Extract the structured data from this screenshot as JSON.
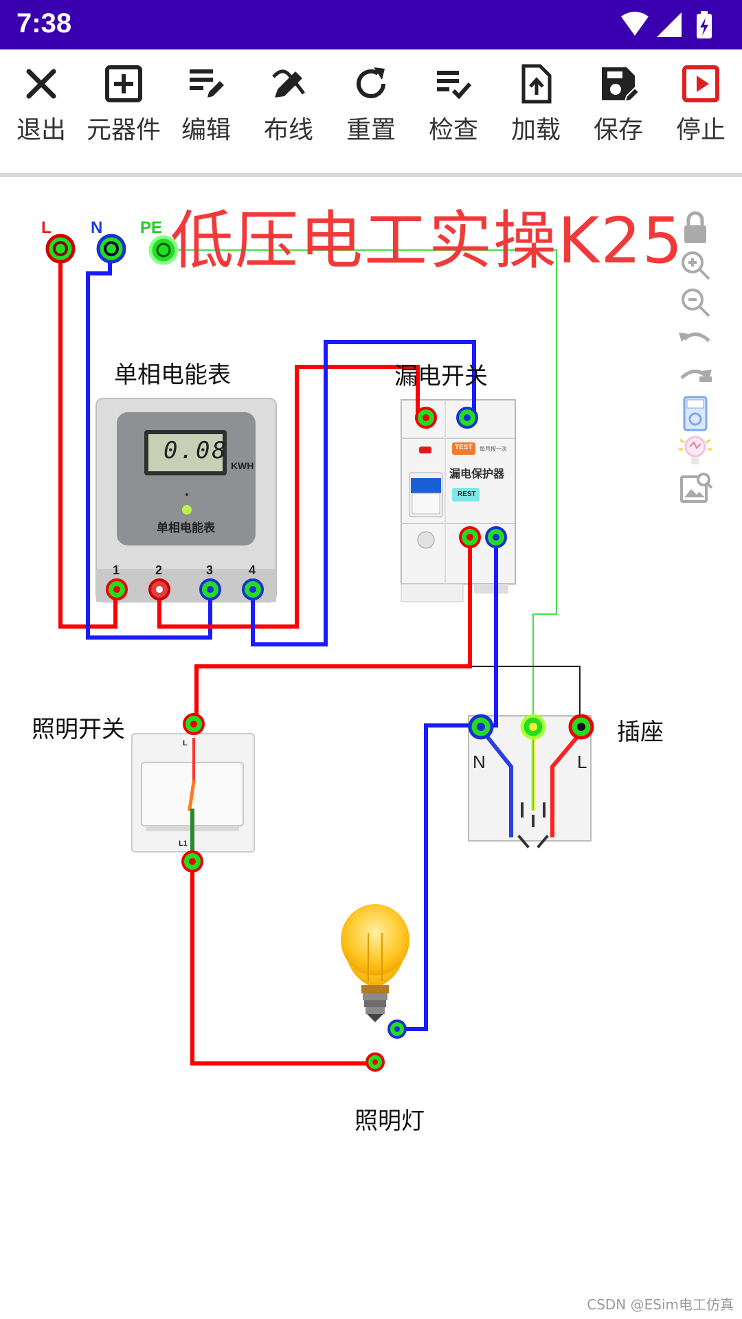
{
  "status": {
    "time": "7:38"
  },
  "toolbar": {
    "items": [
      {
        "label": "退出",
        "icon": "close-icon"
      },
      {
        "label": "元器件",
        "icon": "add-box-icon"
      },
      {
        "label": "编辑",
        "icon": "edit-list-icon"
      },
      {
        "label": "布线",
        "icon": "draw-icon"
      },
      {
        "label": "重置",
        "icon": "refresh-icon"
      },
      {
        "label": "检查",
        "icon": "checklist-icon"
      },
      {
        "label": "加载",
        "icon": "upload-file-icon"
      },
      {
        "label": "保存",
        "icon": "save-icon"
      },
      {
        "label": "停止",
        "icon": "stop-play-icon"
      }
    ]
  },
  "canvas": {
    "title": "低压电工实操K25",
    "supply": {
      "l": "L",
      "n": "N",
      "pe": "PE"
    },
    "meter": {
      "label": "单相电能表",
      "reading": "0.08",
      "unit": "KWH",
      "face_label": "单相电能表",
      "terminals": [
        "1",
        "2",
        "3",
        "4"
      ]
    },
    "rcd": {
      "label": "漏电开关",
      "test": "TEST",
      "test_note": "每月按一次",
      "name": "漏电保护器",
      "reset": "REST"
    },
    "light_switch": {
      "label": "照明开关",
      "top": "L",
      "bottom": "L1"
    },
    "socket": {
      "label": "插座",
      "n": "N",
      "l": "L"
    },
    "lamp": {
      "label": "照明灯"
    },
    "side_tools": [
      "lock-icon",
      "zoom-in-icon",
      "zoom-out-icon",
      "undo-icon",
      "redo-icon",
      "multimeter-icon",
      "light-bulb-icon",
      "image-icon"
    ],
    "colors": {
      "live": "#ff0000",
      "neutral": "#1a1aff",
      "earth": "#33dd33",
      "title": "#f03a3a"
    }
  },
  "watermark": "CSDN @ESim电工仿真"
}
